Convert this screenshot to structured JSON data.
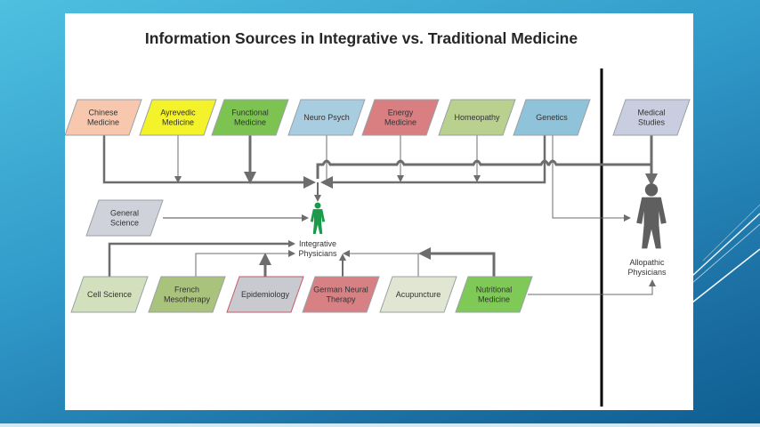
{
  "slide": {
    "title": "Information Sources in Integrative vs. Traditional Medicine"
  },
  "top_sources": [
    {
      "id": "chinese",
      "lines": [
        "Chinese",
        "Medicine"
      ],
      "fill": "#f7c8ae"
    },
    {
      "id": "ayrevedic",
      "lines": [
        "Ayrevedic",
        "Medicine"
      ],
      "fill": "#f4f22a"
    },
    {
      "id": "functional",
      "lines": [
        "Functional",
        "Medicine"
      ],
      "fill": "#7cc352"
    },
    {
      "id": "neuro-psych",
      "lines": [
        "Neuro Psych"
      ],
      "fill": "#a9cde0"
    },
    {
      "id": "energy",
      "lines": [
        "Energy",
        "Medicine"
      ],
      "fill": "#d97f82"
    },
    {
      "id": "homeopathy",
      "lines": [
        "Homeopathy"
      ],
      "fill": "#b9d08e"
    },
    {
      "id": "genetics",
      "lines": [
        "Genetics"
      ],
      "fill": "#8fc3d9"
    }
  ],
  "medical_studies": {
    "lines": [
      "Medical",
      "Studies"
    ],
    "fill": "#c9cde0"
  },
  "general_science": {
    "lines": [
      "General",
      "Science"
    ],
    "fill": "#cfd2da"
  },
  "bottom_sources": [
    {
      "id": "cell-science",
      "lines": [
        "Cell Science"
      ],
      "fill": "#d3e0bd"
    },
    {
      "id": "french-mesotherapy",
      "lines": [
        "French",
        "Mesotherapy"
      ],
      "fill": "#a9c27c"
    },
    {
      "id": "epidemiology",
      "lines": [
        "Epidemiology"
      ],
      "fill": "#c9cacf",
      "stroke": "#c45a6a"
    },
    {
      "id": "german-neural",
      "lines": [
        "German Neural",
        "Therapy"
      ],
      "fill": "#d88184"
    },
    {
      "id": "acupuncture",
      "lines": [
        "Acupuncture"
      ],
      "fill": "#e1e6d3"
    },
    {
      "id": "nutritional",
      "lines": [
        "Nutritional",
        "Medicine"
      ],
      "fill": "#7fc956"
    }
  ],
  "integrative_physicians": {
    "lines": [
      "Integrative",
      "Physicians"
    ],
    "color": "#1a9a4a"
  },
  "allopathic_physicians": {
    "lines": [
      "Allopathic",
      "Physicians"
    ],
    "color": "#5f5f5f"
  },
  "colors": {
    "connector": "#6d6d6d",
    "divider": "#000000"
  }
}
